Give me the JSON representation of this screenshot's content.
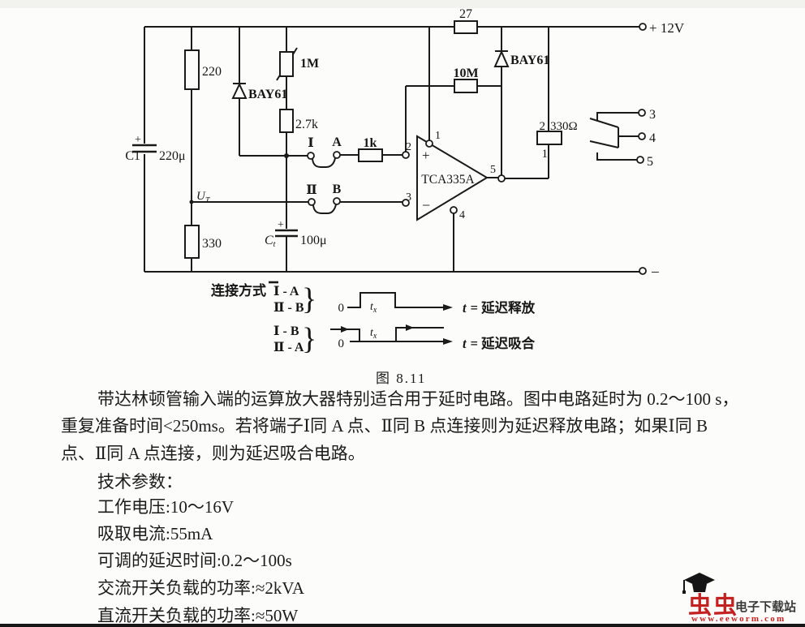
{
  "circuit": {
    "supply_pos": "+ 12V",
    "supply_neg": "−",
    "components": {
      "r_top": "27",
      "r_left": "220",
      "r_div_bottom": "330",
      "c1_plus": "+",
      "c1_name": "C1",
      "c1_value": "220μ",
      "pot": "1M",
      "r_series": "2.7k",
      "r_input": "1k",
      "r_feedback": "10M",
      "diode_left": "BAY61",
      "diode_right": "BAY61",
      "ct_plus": "+",
      "ct_name": "C",
      "ct_sub": "t",
      "ct_value": "100μ",
      "ut_name": "U",
      "ut_sub": "T",
      "opamp_type": "TCA335A",
      "opamp_plus": "+",
      "opamp_minus": "−",
      "coil_term_top": "2",
      "coil_value": "330Ω",
      "coil_term_bottom": "1"
    },
    "pins": {
      "p1": "1",
      "p2": "2",
      "p3": "3",
      "p4": "4",
      "p5": "5"
    },
    "terminals": {
      "t1": "Ⅰ",
      "ta": "A",
      "t2": "Ⅱ",
      "tb": "B",
      "k3": "3",
      "k4": "4",
      "k5": "5"
    }
  },
  "legend": {
    "title": "连接方式",
    "pair1a": "Ⅰ - A",
    "pair1b": "Ⅱ - B",
    "pair2a": "Ⅰ - B",
    "pair2b": "Ⅱ - A",
    "brace": "}",
    "zero1": "0",
    "zero2": "0",
    "tx_t": "t",
    "tx_sub": "x",
    "result1_t": "t",
    "result1_rest": "= 延迟释放",
    "result2_t": "t",
    "result2_rest": "= 延迟吸合"
  },
  "caption": "图 8.11",
  "paragraph": {
    "lines": [
      "带达林顿管输入端的运算放大器特别适合用于延时电路。图中电路延时为 0.2～100 s，",
      "重复准备时间<250ms。若将端子Ⅰ同 A 点、Ⅱ同 B 点连接则为延迟释放电路；如果Ⅰ同 B",
      "点、Ⅱ同 A 点连接，则为延迟吸合电路。"
    ]
  },
  "specs": {
    "title": "技术参数：",
    "items": [
      "工作电压:10～16V",
      "吸取电流:55mA",
      "可调的延迟时间:0.2～100s",
      "交流开关负载的功率:≈2kVA",
      "直流开关负载的功率:≈50W"
    ]
  },
  "logo": {
    "name": "虫虫",
    "site": "电子下载站",
    "url": "www.eeworm.com",
    "colors": {
      "red": "#c32222",
      "dark": "#3a3a3a"
    }
  }
}
